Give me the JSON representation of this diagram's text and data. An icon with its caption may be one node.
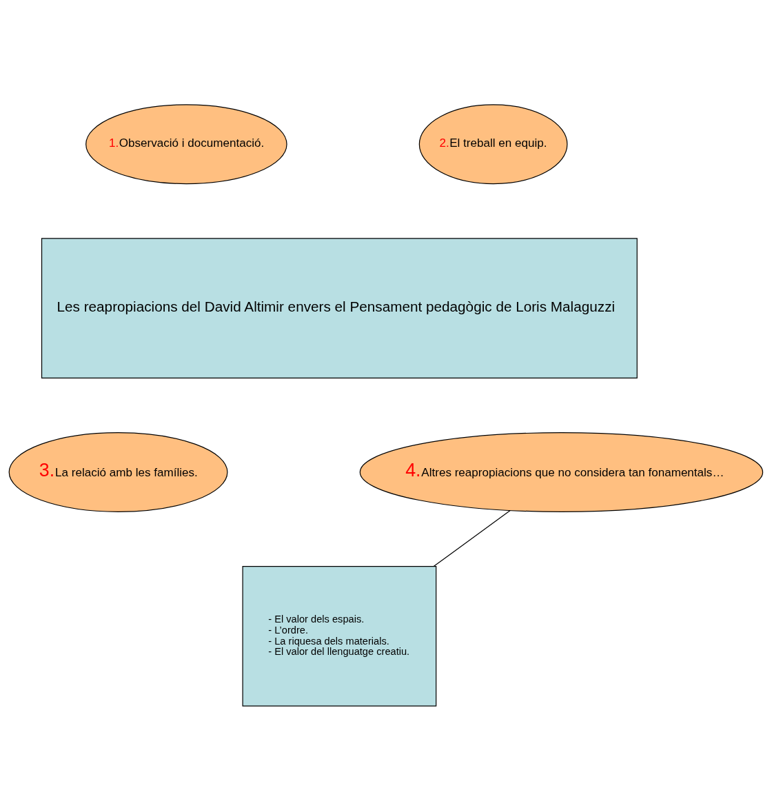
{
  "diagram": {
    "nodes": [
      {
        "text": [
          "1.",
          "Observació i documentació."
        ]
      },
      {
        "text": [
          "2.",
          "El treball en equip."
        ]
      },
      {
        "text": [
          "Les reapropiacions del David Altimir envers el Pensament pedagògic de Loris Malaguzzi"
        ]
      },
      {
        "text": [
          "3.",
          "La relació amb les famílies."
        ]
      },
      {
        "text": [
          "4.",
          "Altres reapropiacions que no considera tan fonamentals…"
        ]
      },
      {
        "text": [
          "- El valor dels espais.",
          "- L’ordre.",
          "- La riquesa dels materials.",
          "- El valor del llenguatge creatiu."
        ]
      }
    ],
    "edges": [
      {
        "from": 4,
        "to": 5,
        "arrow": "none"
      }
    ]
  }
}
